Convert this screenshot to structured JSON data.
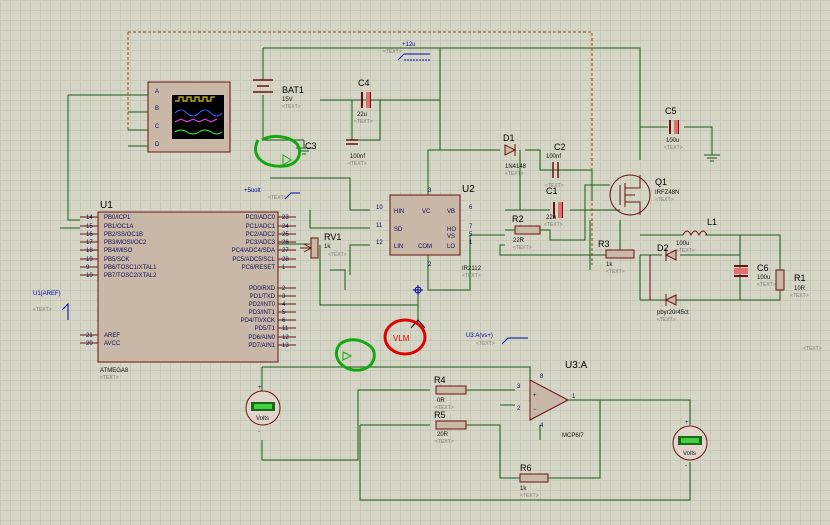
{
  "components": {
    "u1": {
      "ref": "U1",
      "part": "ATMEGA8",
      "placeholder": "<TEXT>",
      "left_pins": [
        {
          "num": "14",
          "name": "PB0/ICP1"
        },
        {
          "num": "15",
          "name": "PB1/OC1A"
        },
        {
          "num": "16",
          "name": "PB2/SS/OC1B"
        },
        {
          "num": "17",
          "name": "PB3/MOSI/OC2"
        },
        {
          "num": "18",
          "name": "PB4/MISO"
        },
        {
          "num": "19",
          "name": "PB5/SCK"
        },
        {
          "num": "9",
          "name": "PB6/TOSC1/XTAL1"
        },
        {
          "num": "10",
          "name": "PB7/TOSC2/XTAL2"
        },
        {
          "num": "21",
          "name": "AREF"
        },
        {
          "num": "20",
          "name": "AVCC"
        }
      ],
      "right_pins": [
        {
          "num": "23",
          "name": "PC0/ADC0"
        },
        {
          "num": "24",
          "name": "PC1/ADC1"
        },
        {
          "num": "25",
          "name": "PC2/ADC2"
        },
        {
          "num": "26",
          "name": "PC3/ADC3"
        },
        {
          "num": "27",
          "name": "PC4/ADC4/SDA"
        },
        {
          "num": "28",
          "name": "PC5/ADC5/SCL"
        },
        {
          "num": "1",
          "name": "PC6/RESET"
        },
        {
          "num": "2",
          "name": "PD0/RXD"
        },
        {
          "num": "3",
          "name": "PD1/TXD"
        },
        {
          "num": "4",
          "name": "PD2/INT0"
        },
        {
          "num": "5",
          "name": "PD3/INT1"
        },
        {
          "num": "6",
          "name": "PD4/T0/XCK"
        },
        {
          "num": "11",
          "name": "PD5/T1"
        },
        {
          "num": "12",
          "name": "PD6/AIN0"
        },
        {
          "num": "13",
          "name": "PD7/AIN1"
        }
      ]
    },
    "u2": {
      "ref": "U2",
      "part": "IR2112",
      "placeholder": "<TEXT>",
      "pins": {
        "hin": "HIN",
        "sd": "SD",
        "lin": "LIN",
        "vc": "VC",
        "com": "COM",
        "vb": "VB",
        "ho": "HO",
        "vs": "VS",
        "lo": "LO",
        "n10": "10",
        "n11": "11",
        "n12": "12",
        "n3": "3",
        "n2": "2",
        "n6": "6",
        "n7": "7",
        "n5": "5",
        "n1": "1"
      }
    },
    "u3": {
      "ref": "U3:A",
      "part": "MCP6I7",
      "pin3": "3",
      "pin2": "2",
      "pin1": "1",
      "pin8": "8",
      "pin4": "4"
    },
    "bat1": {
      "ref": "BAT1",
      "value": "15V",
      "placeholder": "<TEXT>"
    },
    "c1": {
      "ref": "C1",
      "value": "22u",
      "placeholder": "<TEXT>"
    },
    "c2": {
      "ref": "C2",
      "value": "100nf",
      "placeholder": "<TEXT>"
    },
    "c3": {
      "ref": "C3",
      "value": "100nf",
      "placeholder": "<TEXT>"
    },
    "c4": {
      "ref": "C4",
      "value": "22u",
      "placeholder": "<TEXT>"
    },
    "c5": {
      "ref": "C5",
      "value": "100u",
      "placeholder": "<TEXT>"
    },
    "c6": {
      "ref": "C6",
      "value": "100u",
      "placeholder": "<TEXT>"
    },
    "d1": {
      "ref": "D1",
      "value": "1N4148",
      "placeholder": "<TEXT>"
    },
    "d2": {
      "ref": "D2",
      "value": "pbyr20r45ct",
      "placeholder": "<TEXT>"
    },
    "q1": {
      "ref": "Q1",
      "value": "IRFZ48N",
      "placeholder": "<TEXT>"
    },
    "l1": {
      "ref": "L1",
      "value": "100u",
      "placeholder": "<TEXT>"
    },
    "r1": {
      "ref": "R1",
      "value": "10R",
      "placeholder": "<TEXT>"
    },
    "r2": {
      "ref": "R2",
      "value": "22R",
      "placeholder": "<TEXT>"
    },
    "r3": {
      "ref": "R3",
      "value": "1k",
      "placeholder": "<TEXT>"
    },
    "r4": {
      "ref": "R4",
      "value": "0R",
      "placeholder": "<TEXT>"
    },
    "r5": {
      "ref": "R5",
      "value": "20R",
      "placeholder": "<TEXT>"
    },
    "r6": {
      "ref": "R6",
      "value": "1k",
      "placeholder": "<TEXT>"
    },
    "rv1": {
      "ref": "RV1",
      "value": "1k",
      "placeholder": "<TEXT>"
    },
    "scope": {
      "channels": [
        "A",
        "B",
        "C",
        "D"
      ]
    },
    "vm1": {
      "label": "Volts"
    },
    "vm2": {
      "label": "Volts"
    }
  },
  "terminals": {
    "plus12": {
      "label": "+12u",
      "placeholder": "<TEXT>"
    },
    "plus5": {
      "label": "+5uolt",
      "placeholder": "<TEXT>"
    },
    "aref": {
      "label": "U1(AREF)",
      "placeholder": "<TEXT>"
    },
    "u3vs": {
      "label": "U3:A(vs+)",
      "placeholder": "<TEXT>"
    }
  },
  "annotations": {
    "vlm": "VLM"
  },
  "colors": {
    "wire": "#1a5a1a",
    "body": "#c9b8a8",
    "outline": "#6b1010",
    "terminal": "#0000aa",
    "annot_red": "#e00000",
    "annot_green": "#13a813"
  }
}
